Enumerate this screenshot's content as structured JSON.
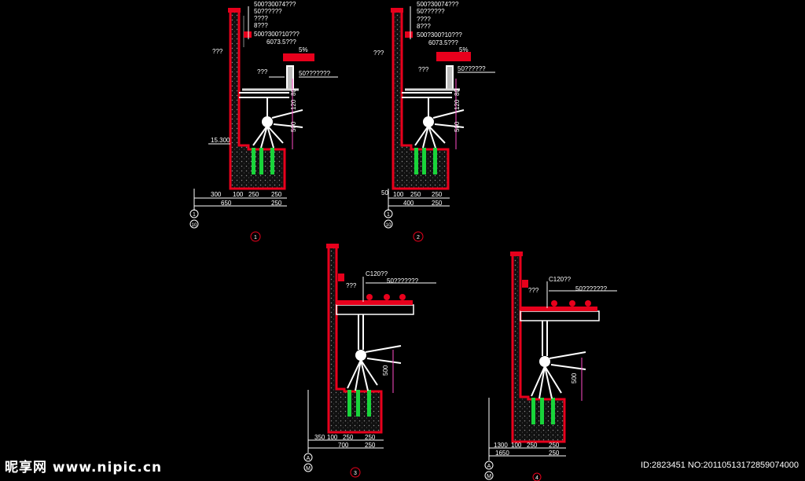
{
  "colors": {
    "background": "#000000",
    "wall": "#e8001c",
    "line": "#ffffff",
    "anchor": "#19d43a",
    "dim": "#ff4cc7",
    "hatch": "#8a8a8a",
    "gray": "#bdbdbd"
  },
  "details": [
    {
      "id": "d1",
      "labels": {
        "l1": "500?30074???",
        "l2": "50??????",
        "l3": "????",
        "l4": "8???",
        "l5": "500?300?10???",
        "l6": "6073.5???",
        "left": "???",
        "mid": "???",
        "beam": "50???????",
        "slope": "5%",
        "elev": "15.300"
      },
      "dims": {
        "bottom1": [
          "300",
          "100",
          "250",
          "250"
        ],
        "bottom2": [
          "650",
          "250"
        ],
        "v1": "80",
        "v2": "120",
        "v3": "500"
      },
      "axes": [
        "1",
        "10"
      ],
      "number": "1"
    },
    {
      "id": "d2",
      "labels": {
        "l1": "500?30074???",
        "l2": "50??????",
        "l3": "????",
        "l4": "8???",
        "l5": "500?300?10???",
        "l6": "6073.5???",
        "left": "???",
        "mid": "???",
        "beam": "50??????",
        "slope": "5%"
      },
      "dims": {
        "bottom1": [
          "50",
          "100",
          "250",
          "250"
        ],
        "bottom2": [
          "400",
          "250"
        ],
        "v1": "80",
        "v2": "120",
        "v3": "500"
      },
      "axes": [
        "1",
        "10"
      ],
      "number": "2"
    },
    {
      "id": "d3",
      "labels": {
        "l1": "C120??",
        "l2": "50???????",
        "l3": "???"
      },
      "dims": {
        "bottom1": [
          "350",
          "100",
          "250",
          "250"
        ],
        "bottom2": [
          "700",
          "250"
        ],
        "v1": "500"
      },
      "axes": [
        "A",
        "M"
      ],
      "number": "3"
    },
    {
      "id": "d4",
      "labels": {
        "l1": "C120??",
        "l2": "50???????",
        "l3": "???"
      },
      "dims": {
        "bottom1": [
          "1300",
          "100",
          "250",
          "250"
        ],
        "bottom2": [
          "1650",
          "250"
        ],
        "v1": "500"
      },
      "axes": [
        "A",
        "M"
      ],
      "number": "4"
    }
  ],
  "watermark": {
    "left": "昵享网 www.nipic.cn",
    "right": "ID:2823451 NO:20110513172859074000"
  }
}
